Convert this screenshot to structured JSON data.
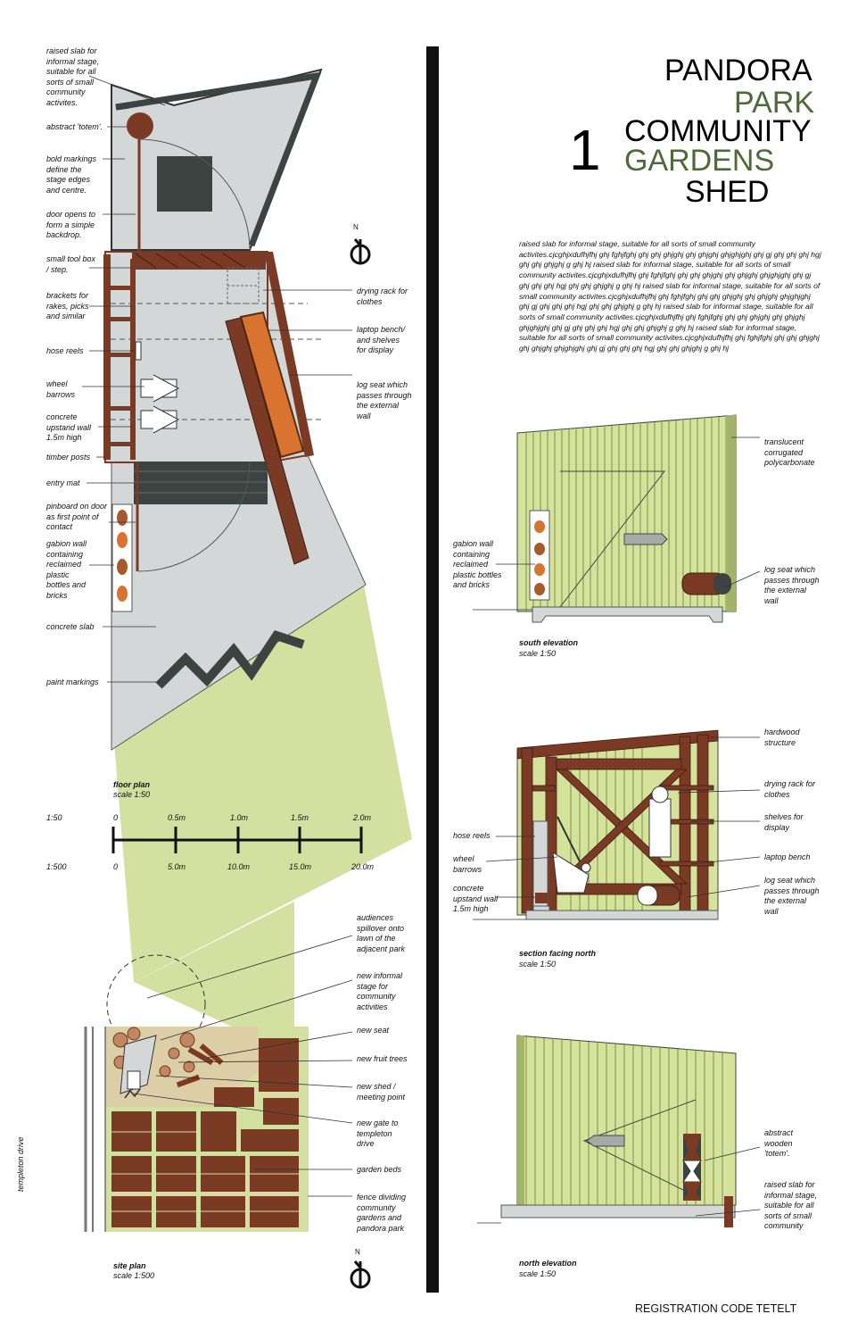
{
  "title": {
    "number": "1",
    "line1": "PANDORA",
    "line2": "PARK",
    "line3": "COMMUNITY",
    "line4": "GARDENS",
    "line5": "SHED",
    "accent_color": "#4e6a38"
  },
  "body_text": "raised slab for informal stage, suitable for all sorts of small community activites.cjcghjxdufhjfhj ghj fghjfghj  ghj ghj ghjghj ghj ghjghj ghjghjghj   ghj gj ghj  ghj ghj  hgj    ghj ghj ghjghj g ghj hj raised slab for informal stage, suitable for all sorts of small community activites.cjcghjxdufhjfhj ghj fghjfghj  ghj ghj ghjghj ghj ghjghj ghjghjghj   ghj gj ghj  ghj ghj  hgj    ghj ghj ghjghj g ghj hj raised slab for informal stage, suitable for all sorts of small community activites.cjcghjxdufhjfhj ghj fghjfghj  ghj ghj ghjghj ghj ghjghj ghjghjghj   ghj gj ghj  ghj ghj  hgj    ghj ghj ghjghj g ghj hj raised slab for informal stage, suitable for all sorts of small community activites.cjcghjxdufhjfhj ghj fghjfghj  ghj ghj ghjghj ghj ghjghj ghjghjghj   ghj gj ghj  ghj ghj  hgj    ghj ghj ghjghj g ghj hj raised slab for informal stage, suitable for all sorts of small community activites.cjcghjxdufhjfhj ghj fghjfghj  ghj ghj ghjghj ghj ghjghj ghjghjghj   ghj gj ghj  ghj ghj  hgj    ghj ghj ghjghj g ghj hj",
  "floor_plan": {
    "caption": "floor plan",
    "scale": "scale 1:50",
    "left_labels": [
      "raised slab for informal stage, suitable for all sorts of small community activites.",
      "abstract 'totem'.",
      "bold markings define the stage edges and centre.",
      "door opens to form a simple backdrop.",
      "small tool box / step.",
      "brackets for rakes, picks and similar",
      "hose reels",
      "wheel barrows",
      "concrete upstand wall 1.5m high",
      "timber posts",
      "entry mat",
      "pinboard on door as first point of contact",
      "gabion wall containing reclaimed plastic bottles and bricks",
      "concrete slab",
      "paint markings"
    ],
    "right_labels": [
      "drying rack for clothes",
      "laptop bench/ and shelves for display",
      "log seat which passes through the external wall"
    ],
    "north": "N"
  },
  "scale_bar": {
    "row1_label": "1:50",
    "row1_ticks": [
      "0",
      "0.5m",
      "1.0m",
      "1.5m",
      "2.0m"
    ],
    "row2_label": "1:500",
    "row2_ticks": [
      "0",
      "5.0m",
      "10.0m",
      "15.0m",
      "20.0m"
    ]
  },
  "site_plan": {
    "caption": "site plan",
    "scale": "scale 1:500",
    "street": "templeton drive",
    "labels": [
      "audiences spillover onto lawn of the adjacent park",
      "new informal stage for community activities",
      "new seat",
      "new fruit trees",
      "new shed / meeting point",
      "new gate to templeton drive",
      "garden beds",
      "fence dividing community gardens and pandora park"
    ],
    "north": "N"
  },
  "south_elevation": {
    "caption": "south elevation",
    "scale": "scale 1:50",
    "labels_right": [
      "translucent corrugated polycarbonate",
      "log seat which passes through the external wall"
    ],
    "labels_left": [
      "gabion wall containing reclaimed plastic bottles and bricks"
    ]
  },
  "section_north": {
    "caption": "section facing north",
    "scale": "scale 1:50",
    "labels_right": [
      "hardwood structure",
      "drying rack for clothes",
      "shelves for display",
      "laptop bench",
      "log seat which passes through the external wall"
    ],
    "labels_left": [
      "hose reels",
      "wheel barrows",
      "concrete upstand wall 1.5m high"
    ]
  },
  "north_elevation": {
    "caption": "north elevation",
    "scale": "scale 1:50",
    "labels_right": [
      "abstract wooden 'totem'.",
      "raised slab for informal stage, suitable for all sorts of small community"
    ]
  },
  "registration": "REGISTRATION CODE TETELT",
  "colors": {
    "lawn": "#d3e0a0",
    "slab": "#d4d7d8",
    "timber": "#7a3a24",
    "orange": "#d8742f",
    "cladding": "#d5e39a",
    "divider": "#111111",
    "garden_ground": "#dccfa8"
  }
}
